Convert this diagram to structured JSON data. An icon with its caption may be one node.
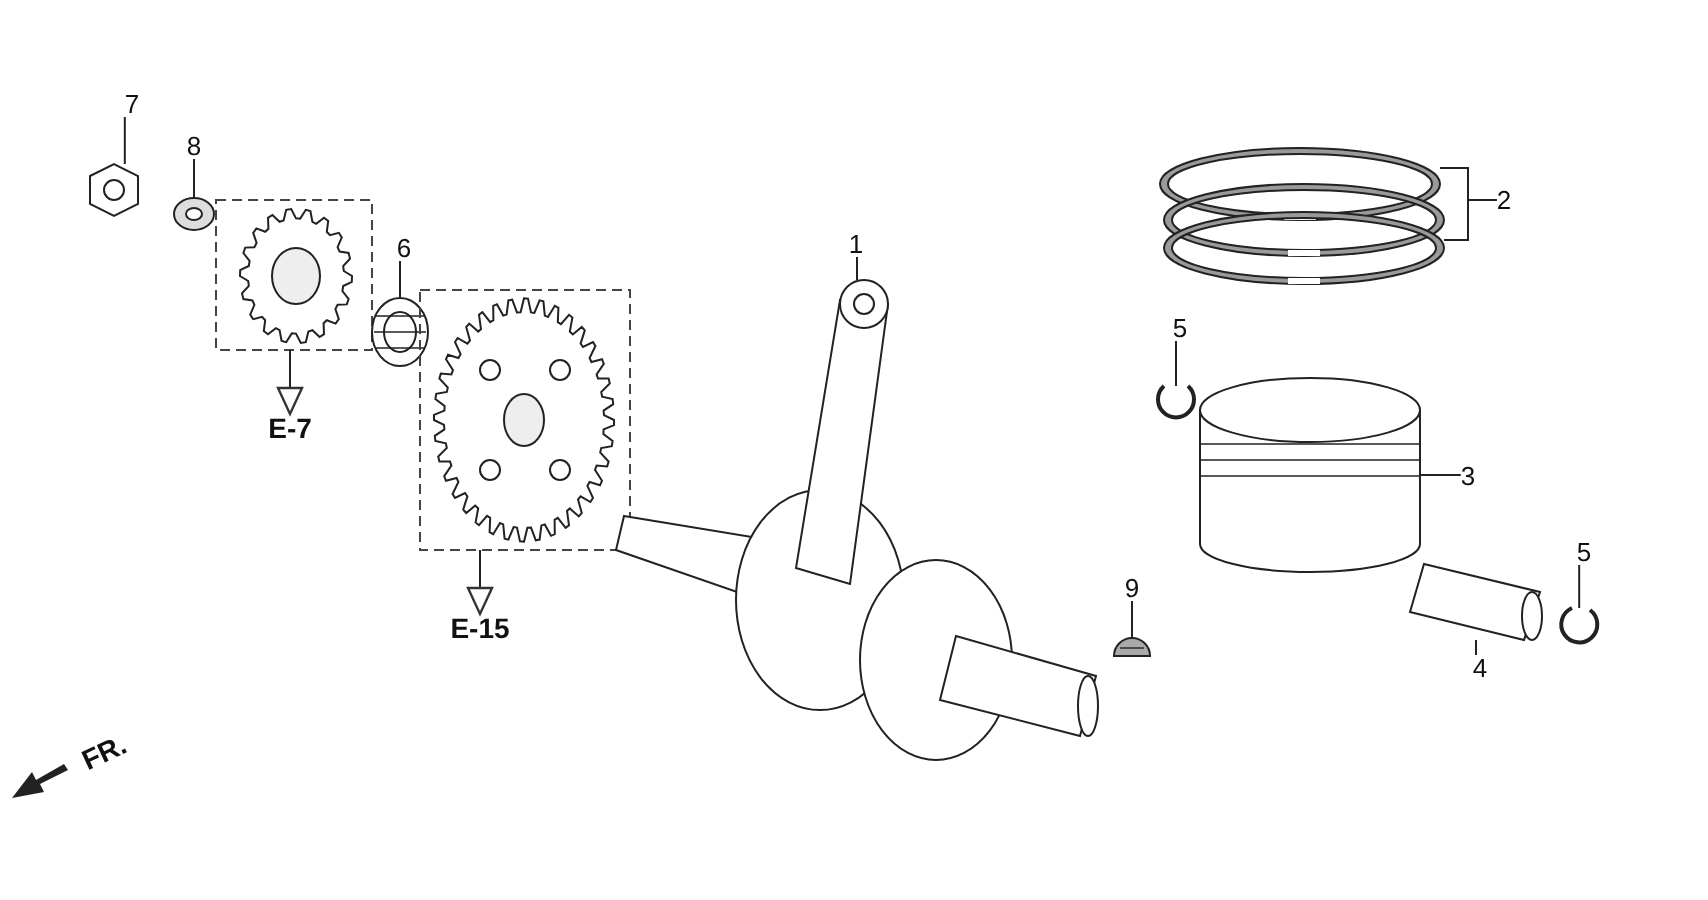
{
  "diagram": {
    "nodes": [
      {
        "text": [
          "7"
        ]
      },
      {
        "text": [],
        "shape": "picture"
      },
      {
        "text": [
          "8"
        ]
      },
      {
        "text": [],
        "shape": "picture"
      },
      {
        "text": [],
        "shape": "box"
      },
      {
        "text": [],
        "shape": "picture",
        "in": 4
      },
      {
        "text": [
          "E-7"
        ]
      },
      {
        "text": [
          "6"
        ]
      },
      {
        "text": [],
        "shape": "picture"
      },
      {
        "text": [],
        "shape": "box"
      },
      {
        "text": [],
        "shape": "picture",
        "in": 9
      },
      {
        "text": [
          "E-15"
        ]
      },
      {
        "text": [
          "1"
        ]
      },
      {
        "text": [],
        "shape": "picture"
      },
      {
        "text": [
          "2"
        ]
      },
      {
        "text": [],
        "shape": "picture"
      },
      {
        "text": [],
        "shape": "picture"
      },
      {
        "text": [
          "5"
        ]
      },
      {
        "text": [],
        "shape": "picture"
      },
      {
        "text": [
          "3"
        ]
      },
      {
        "text": [],
        "shape": "picture"
      },
      {
        "text": [
          "4"
        ]
      },
      {
        "text": [],
        "shape": "picture"
      },
      {
        "text": [
          "5"
        ]
      },
      {
        "text": [],
        "shape": "picture"
      },
      {
        "text": [
          "9"
        ]
      },
      {
        "text": [],
        "shape": "picture"
      }
    ],
    "edges": [
      {
        "from": 0,
        "to": 1,
        "arrow": "none"
      },
      {
        "from": 2,
        "to": 3,
        "arrow": "none"
      },
      {
        "from": 4,
        "to": 6,
        "arrow": "to"
      },
      {
        "from": 7,
        "to": 8,
        "arrow": "none"
      },
      {
        "from": 9,
        "to": 11,
        "arrow": "to"
      },
      {
        "from": 12,
        "to": 13,
        "arrow": "none"
      },
      {
        "from": 14,
        "to": 15,
        "arrow": "none"
      },
      {
        "from": 14,
        "to": 16,
        "arrow": "none"
      },
      {
        "from": 17,
        "to": 18,
        "arrow": "none"
      },
      {
        "from": 19,
        "to": 20,
        "arrow": "none"
      },
      {
        "from": 21,
        "to": 22,
        "arrow": "none"
      },
      {
        "from": 23,
        "to": 24,
        "arrow": "none"
      },
      {
        "from": 25,
        "to": 26,
        "arrow": "none"
      }
    ],
    "labels": [
      "FR."
    ]
  }
}
